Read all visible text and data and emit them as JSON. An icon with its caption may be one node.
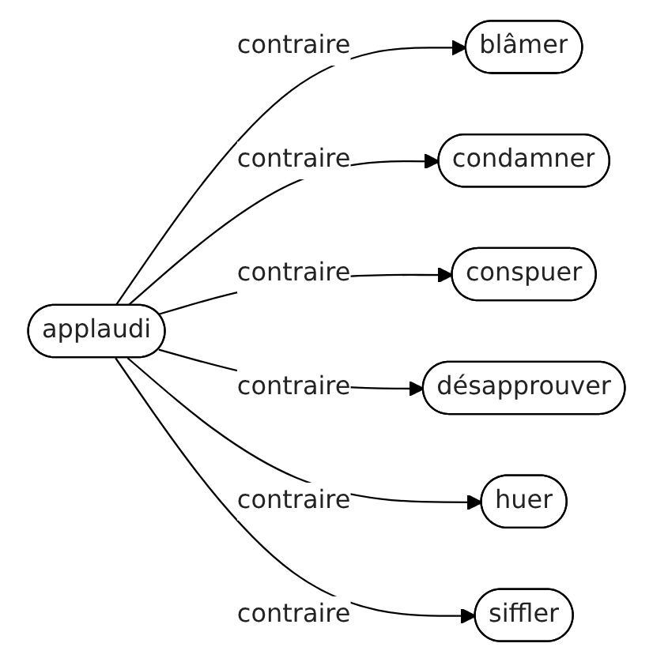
{
  "diagram": {
    "nodes": [
      {
        "text": [
          "applaudi"
        ]
      },
      {
        "text": [
          "blâmer"
        ]
      },
      {
        "text": [
          "condamner"
        ]
      },
      {
        "text": [
          "conspuer"
        ]
      },
      {
        "text": [
          "désapprouver"
        ]
      },
      {
        "text": [
          "huer"
        ]
      },
      {
        "text": [
          "siffler"
        ]
      }
    ],
    "edges": [
      {
        "from": 0,
        "to": 1,
        "arrow": "to",
        "label": "contraire"
      },
      {
        "from": 0,
        "to": 2,
        "arrow": "to",
        "label": "contraire"
      },
      {
        "from": 0,
        "to": 3,
        "arrow": "to",
        "label": "contraire"
      },
      {
        "from": 0,
        "to": 4,
        "arrow": "to",
        "label": "contraire"
      },
      {
        "from": 0,
        "to": 5,
        "arrow": "to",
        "label": "contraire"
      },
      {
        "from": 0,
        "to": 6,
        "arrow": "to",
        "label": "contraire"
      }
    ]
  }
}
